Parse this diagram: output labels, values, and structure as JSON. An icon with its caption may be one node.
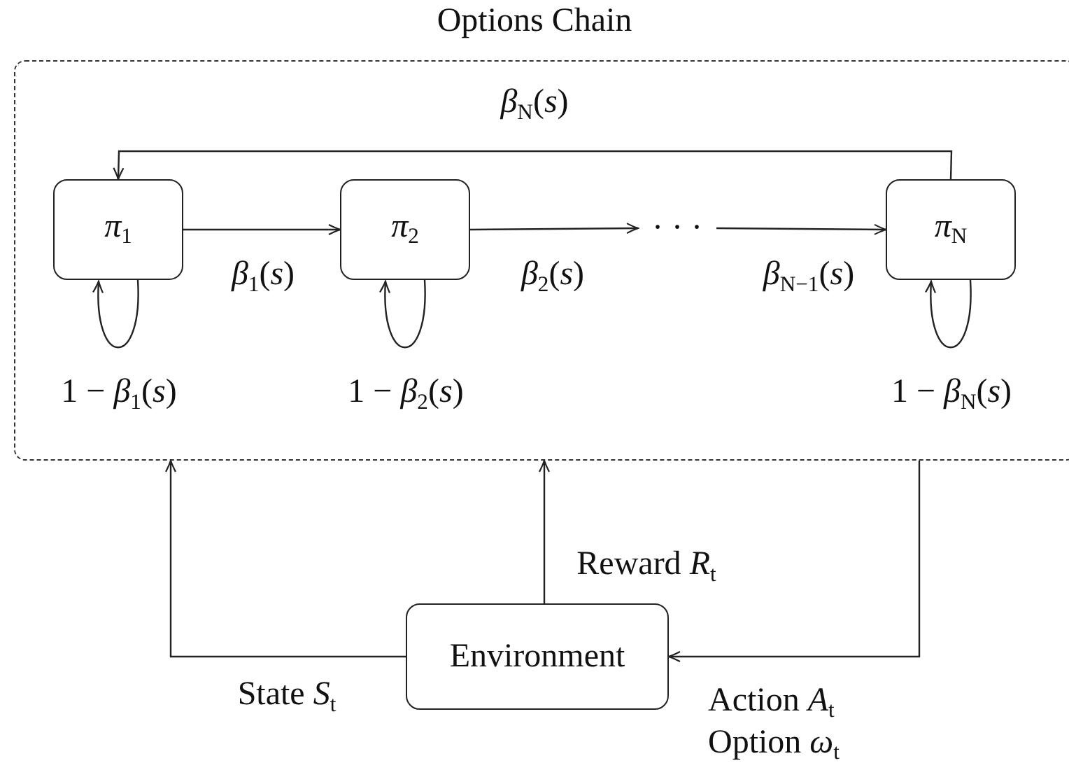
{
  "diagram": {
    "nodes": [
      {
        "text": [
          "Options Chain"
        ]
      },
      {
        "text": [
          "*π*$_{1}$"
        ],
        "in": 0
      },
      {
        "text": [
          "*π*$_{2}$"
        ],
        "in": 0
      },
      {
        "text": [
          "· · ·"
        ],
        "in": 0
      },
      {
        "text": [
          "*π*$_{N}$"
        ],
        "in": 0
      },
      {
        "text": [
          "Environment"
        ]
      }
    ],
    "edges": [
      {
        "from": 1,
        "to": 2,
        "arrow": "to",
        "label": "*β*$_{1}$(*s*)"
      },
      {
        "from": 2,
        "to": 3,
        "arrow": "to",
        "label": "*β*$_{2}$(*s*)"
      },
      {
        "from": 3,
        "to": 4,
        "arrow": "to",
        "label": "*β*$_{N−1}$(*s*)"
      },
      {
        "from": 4,
        "to": 1,
        "arrow": "to",
        "label": "*β*$_{N}$(*s*)"
      },
      {
        "from": 1,
        "to": 1,
        "arrow": "to",
        "label": "1 − *β*$_{1}$(*s*)"
      },
      {
        "from": 2,
        "to": 2,
        "arrow": "to",
        "label": "1 − *β*$_{2}$(*s*)"
      },
      {
        "from": 4,
        "to": 4,
        "arrow": "to",
        "label": "1 − *β*$_{N}$(*s*)"
      },
      {
        "from": 5,
        "to": 0,
        "arrow": "to",
        "label": "State *S*$_{t}$"
      },
      {
        "from": 5,
        "to": 0,
        "arrow": "to",
        "label": "Reward *R*$_{t}$"
      },
      {
        "from": 0,
        "to": 5,
        "arrow": "to",
        "label": "Action *A*$_{t}$ Option *ω*$_{t}$"
      }
    ]
  }
}
